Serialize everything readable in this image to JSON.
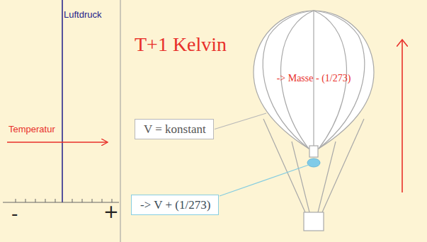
{
  "diagram": {
    "nodes": [
      {
        "text": [
          "V = konstant"
        ]
      },
      {
        "text": [
          "-> V + (1/273)"
        ]
      }
    ],
    "labels": [
      "Luftdruck",
      "Temperatur",
      "-",
      "+",
      "T+1 Kelvin",
      "-> Masse - (1/273)"
    ]
  }
}
